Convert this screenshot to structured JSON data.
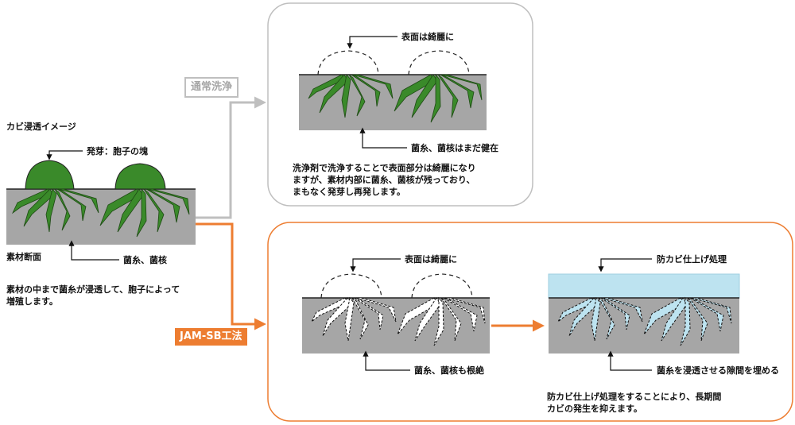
{
  "left": {
    "heading": "カビ浸透イメージ",
    "germ_label": "発芽：胞子の塊",
    "material_label": "素材断面",
    "hyphae_label": "菌糸、菌核",
    "description": "素材の中まで菌糸が浸透して、胞子によって\n増殖します。"
  },
  "normal_wash": {
    "badge": "通常洗浄",
    "surface_label": "表面は綺麗に",
    "hyphae_label": "菌糸、菌核はまだ健在",
    "description": "洗浄剤で洗浄することで表面部分は綺麗になり\nますが、素材内部に菌糸、菌核が残っており、\nまもなく発芽し再発します。"
  },
  "jam_sb": {
    "badge": "JAM-SB工法",
    "surface_label": "表面は綺麗に",
    "hyphae_label": "菌糸、菌核も根絶",
    "coating_label": "防カビ仕上げ処理",
    "fill_label": "菌糸を浸透させる隙間を埋める",
    "description": "防カビ仕上げ処理をすることにより、長期間\nカビの発生を抑えます。"
  },
  "colors": {
    "gray_box": "#a6a6a6",
    "green": "#3a8a2a",
    "orange": "#ed7d31",
    "light_gray_line": "#bfbfbf",
    "coating": "#bde3f0"
  }
}
